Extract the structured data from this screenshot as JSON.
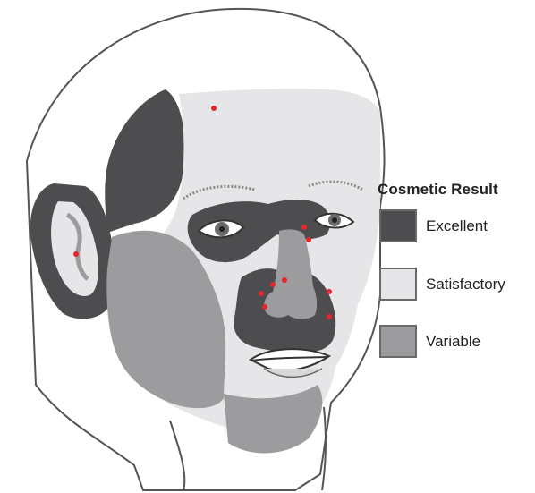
{
  "legend": {
    "title": "Cosmetic Result",
    "items": [
      {
        "label": "Excellent",
        "color": "#4d4d4f"
      },
      {
        "label": "Satisfactory",
        "color": "#e6e6e8"
      },
      {
        "label": "Variable",
        "color": "#9c9c9e"
      }
    ]
  },
  "colors": {
    "outline": "#555555",
    "marker": "#e8252a",
    "background": "#ffffff"
  },
  "icons": {
    "face": "head-illustration-icon",
    "marker": "red-dot-icon"
  }
}
